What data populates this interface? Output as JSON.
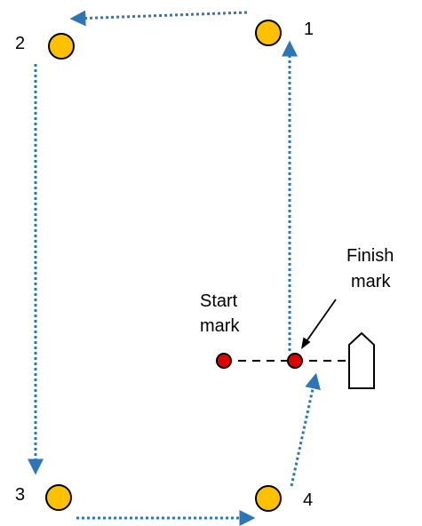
{
  "marks": {
    "buoy1_label": "1",
    "buoy2_label": "2",
    "buoy3_label": "3",
    "buoy4_label": "4",
    "start_label_line1": "Start",
    "start_label_line2": "mark",
    "finish_label_line1": "Finish",
    "finish_label_line2": "mark"
  },
  "colors": {
    "buoy": "#ffc000",
    "start_finish_mark": "#e00000",
    "route_arrow": "#2e75b6",
    "line": "#000000"
  },
  "icons": {
    "boat": "boat-icon"
  }
}
